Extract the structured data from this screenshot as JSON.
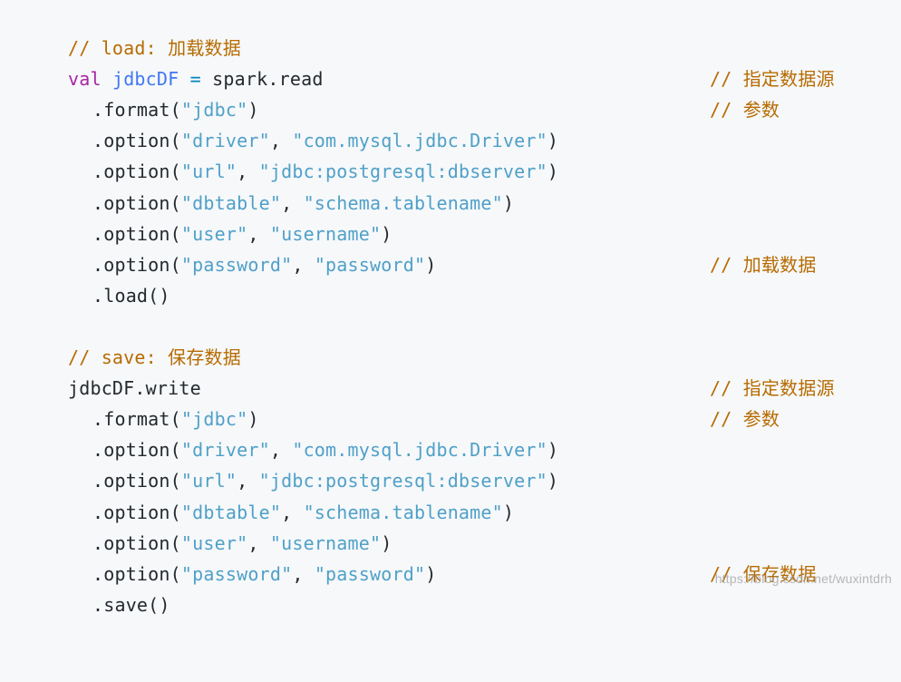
{
  "code": {
    "load_comment": "// load: 加载数据",
    "load_val_kw": "val",
    "load_var": "jdbcDF",
    "load_eq": "=",
    "load_rhs": "spark.read",
    "save_comment": "// save: 保存数据",
    "save_rhs": "jdbcDF.write",
    "m_format": ".format(",
    "m_option": ".option(",
    "m_load": ".load()",
    "m_save": ".save()",
    "close": ")",
    "comma": ", ",
    "s_jdbc": "\"jdbc\"",
    "s_driver": "\"driver\"",
    "s_driver_val": "\"com.mysql.jdbc.Driver\"",
    "s_url": "\"url\"",
    "s_url_val": "\"jdbc:postgresql:dbserver\"",
    "s_dbtable": "\"dbtable\"",
    "s_dbtable_val": "\"schema.tablename\"",
    "s_user": "\"user\"",
    "s_user_val": "\"username\"",
    "s_password": "\"password\"",
    "s_password_val": "\"password\"",
    "c_source": "// 指定数据源",
    "c_params": "// 参数",
    "c_load": "// 加载数据",
    "c_save": "// 保存数据"
  },
  "watermark": "https://blog.csdn.net/wuxintdrh"
}
